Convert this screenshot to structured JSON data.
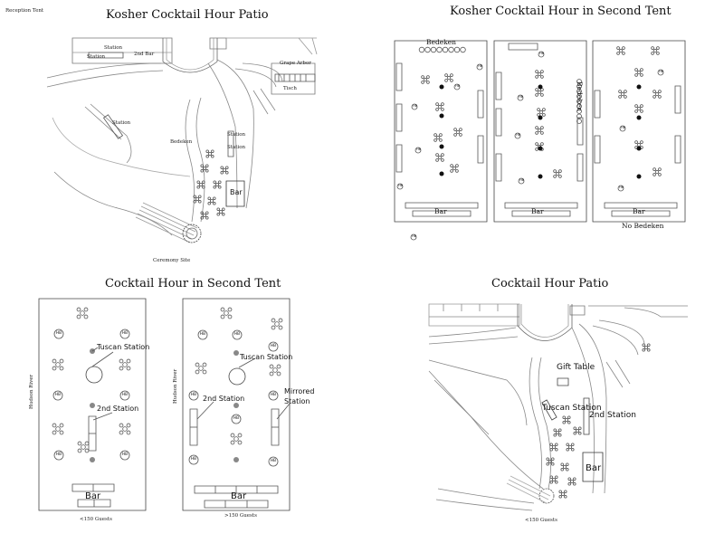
{
  "corner_label": "Reception Tent",
  "panels": {
    "kosher_patio": {
      "title": "Kosher Cocktail Hour Patio",
      "labels": {
        "station_top": "Station",
        "station_left": "Station",
        "second_bar": "2nd Bar",
        "grape_arbor": "Grape Arbor",
        "tisch": "Tisch",
        "station_mid": "Station",
        "bedeken": "Bedeken",
        "station_right_1": "Station",
        "station_right_2": "Station",
        "bar": "Bar",
        "ceremony_site": "Ceremony Site"
      }
    },
    "kosher_tent": {
      "title": "Kosher Cocktail Hour in Second Tent",
      "bedeken_top": "Bedeken",
      "bedeken_side": "Bedeken",
      "bar_labels": [
        "Bar",
        "Bar",
        "Bar"
      ],
      "no_bedeken": "No Bedeken",
      "hb": "HB"
    },
    "tent": {
      "title": "Cocktail Hour in Second Tent",
      "left": {
        "river": "Hudson River",
        "tuscan": "Tuscan Station",
        "second_station": "2nd Station",
        "bar": "Bar",
        "guests": "<150 Guests"
      },
      "right": {
        "river": "Hudson River",
        "tuscan": "Tuscan Station",
        "second_station": "2nd Station",
        "mirrored_1": "Mirrored",
        "mirrored_2": "Station",
        "bar": "Bar",
        "guests": ">150 Guests"
      },
      "hb": "HB"
    },
    "patio": {
      "title": "Cocktail Hour Patio",
      "gift_table": "Gift Table",
      "tuscan": "Tuscan Station",
      "second_station": "2nd Station",
      "bar": "Bar",
      "guests": "<150 Guests"
    }
  }
}
